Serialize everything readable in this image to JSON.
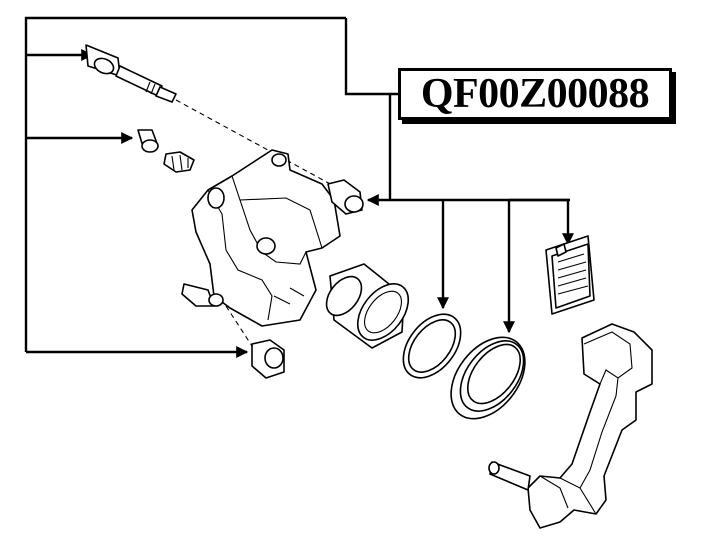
{
  "part_code": "QF00Z00088",
  "colors": {
    "line": "#000000",
    "background": "#ffffff"
  },
  "callouts": [
    {
      "target": "guide-pin-long"
    },
    {
      "target": "guide-pin-bushing"
    },
    {
      "target": "lower-guide-bushing"
    },
    {
      "target": "upper-guide-bushing"
    },
    {
      "target": "piston-seal"
    },
    {
      "target": "dust-boot"
    },
    {
      "target": "brake-pad-set"
    }
  ]
}
